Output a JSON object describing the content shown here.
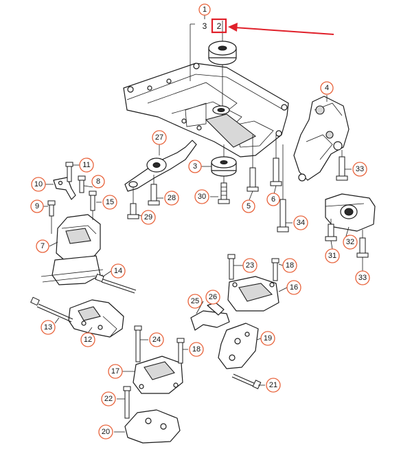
{
  "callouts": [
    {
      "id": "c1",
      "label": "1"
    },
    {
      "id": "c2",
      "label": "2"
    },
    {
      "id": "c3a",
      "label": "3"
    },
    {
      "id": "c3b",
      "label": "3"
    },
    {
      "id": "c4",
      "label": "4"
    },
    {
      "id": "c5",
      "label": "5"
    },
    {
      "id": "c6",
      "label": "6"
    },
    {
      "id": "c7",
      "label": "7"
    },
    {
      "id": "c8",
      "label": "8"
    },
    {
      "id": "c9",
      "label": "9"
    },
    {
      "id": "c10",
      "label": "10"
    },
    {
      "id": "c11",
      "label": "11"
    },
    {
      "id": "c12",
      "label": "12"
    },
    {
      "id": "c13",
      "label": "13"
    },
    {
      "id": "c14",
      "label": "14"
    },
    {
      "id": "c15",
      "label": "15"
    },
    {
      "id": "c16",
      "label": "16"
    },
    {
      "id": "c17",
      "label": "17"
    },
    {
      "id": "c18a",
      "label": "18"
    },
    {
      "id": "c18b",
      "label": "18"
    },
    {
      "id": "c19",
      "label": "19"
    },
    {
      "id": "c20",
      "label": "20"
    },
    {
      "id": "c21",
      "label": "21"
    },
    {
      "id": "c22",
      "label": "22"
    },
    {
      "id": "c23",
      "label": "23"
    },
    {
      "id": "c24",
      "label": "24"
    },
    {
      "id": "c25",
      "label": "25"
    },
    {
      "id": "c26",
      "label": "26"
    },
    {
      "id": "c27",
      "label": "27"
    },
    {
      "id": "c28",
      "label": "28"
    },
    {
      "id": "c29",
      "label": "29"
    },
    {
      "id": "c30",
      "label": "30"
    },
    {
      "id": "c31",
      "label": "31"
    },
    {
      "id": "c32",
      "label": "32"
    },
    {
      "id": "c33a",
      "label": "33"
    },
    {
      "id": "c33b",
      "label": "33"
    },
    {
      "id": "c34",
      "label": "34"
    }
  ],
  "highlight": {
    "label": "2",
    "box_color": "#e0202a",
    "arrow_color": "#e0202a"
  },
  "colors": {
    "callout_stroke": "#e8623a",
    "ink": "#1a1a1a"
  }
}
